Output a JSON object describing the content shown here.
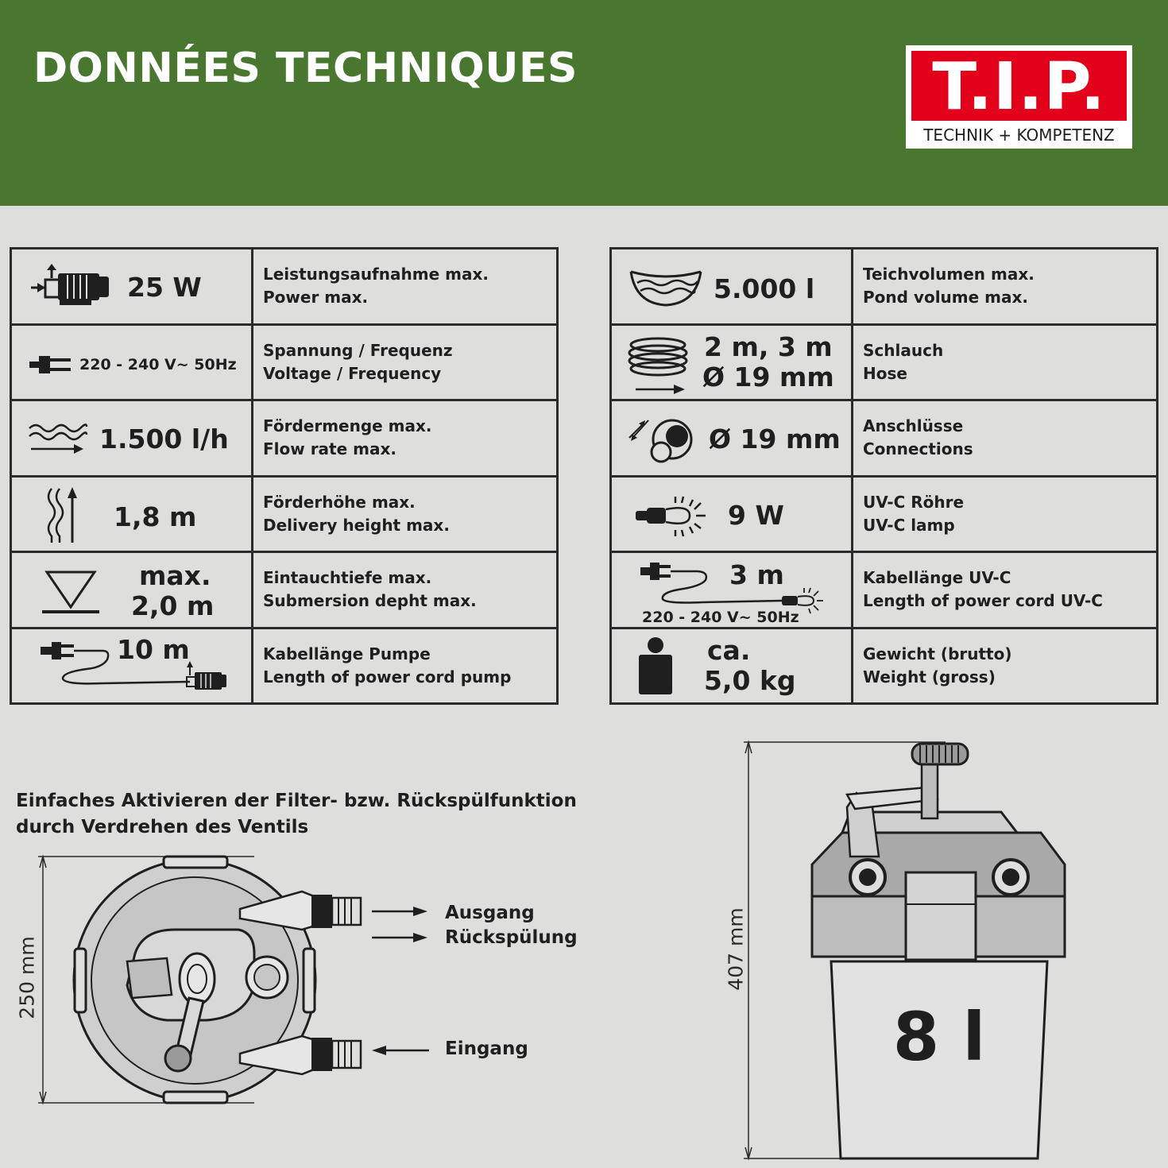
{
  "header": {
    "title": "DONNÉES TECHNIQUES"
  },
  "logo": {
    "letters": "T.I.P.",
    "subtitle": "TECHNIK  +  KOMPETENZ"
  },
  "left_table": [
    {
      "icon": "pump-icon",
      "value": "25 W",
      "desc1": "Leistungsaufnahme max.",
      "desc2": "Power max."
    },
    {
      "icon": "plug-icon",
      "value": "220 - 240 V~  50Hz",
      "desc1": "Spannung / Frequenz",
      "desc2": "Voltage / Frequency"
    },
    {
      "icon": "water-flow-icon",
      "value": "1.500 l/h",
      "desc1": "Fördermenge max.",
      "desc2": "Flow rate max."
    },
    {
      "icon": "delivery-height-icon",
      "value": "1,8 m",
      "desc1": "Förderhöhe max.",
      "desc2": "Delivery height max."
    },
    {
      "icon": "submersion-depth-icon",
      "value1": "max.",
      "value2": "2,0 m",
      "desc1": "Eintauchtiefe max.",
      "desc2": "Submersion depht max."
    },
    {
      "icon": "power-cord-pump-icon",
      "value": "10 m",
      "desc1": "Kabellänge Pumpe",
      "desc2": "Length of power cord pump"
    }
  ],
  "right_table": [
    {
      "icon": "pond-volume-icon",
      "value": "5.000 l",
      "desc1": "Teichvolumen max.",
      "desc2": "Pond volume max."
    },
    {
      "icon": "hose-icon",
      "value1": "2 m, 3 m",
      "value2": "Ø 19 mm",
      "desc1": "Schlauch",
      "desc2": "Hose"
    },
    {
      "icon": "connection-icon",
      "value": "Ø 19 mm",
      "desc1": "Anschlüsse",
      "desc2": "Connections"
    },
    {
      "icon": "uv-lamp-icon",
      "value": "9 W",
      "desc1": "UV-C Röhre",
      "desc2": "UV-C lamp"
    },
    {
      "icon": "uv-cord-icon",
      "value": "3 m",
      "sub": "220 - 240 V~ 50Hz",
      "desc1": "Kabellänge UV-C",
      "desc2": "Length of power cord UV-C"
    },
    {
      "icon": "weight-icon",
      "value1": "ca.",
      "value2": "5,0 kg",
      "desc1": "Gewicht (brutto)",
      "desc2": "Weight (gross)"
    }
  ],
  "note": {
    "line1": "Einfaches Aktivieren der Filter- bzw. Rückspülfunktion",
    "line2": "durch Verdrehen des Ventils"
  },
  "top_view": {
    "label_out": "Ausgang",
    "label_back": "Rückspülung",
    "label_in": "Eingang",
    "dimension": "250 mm"
  },
  "side_view": {
    "dimension": "407 mm",
    "volume": "8 l"
  }
}
